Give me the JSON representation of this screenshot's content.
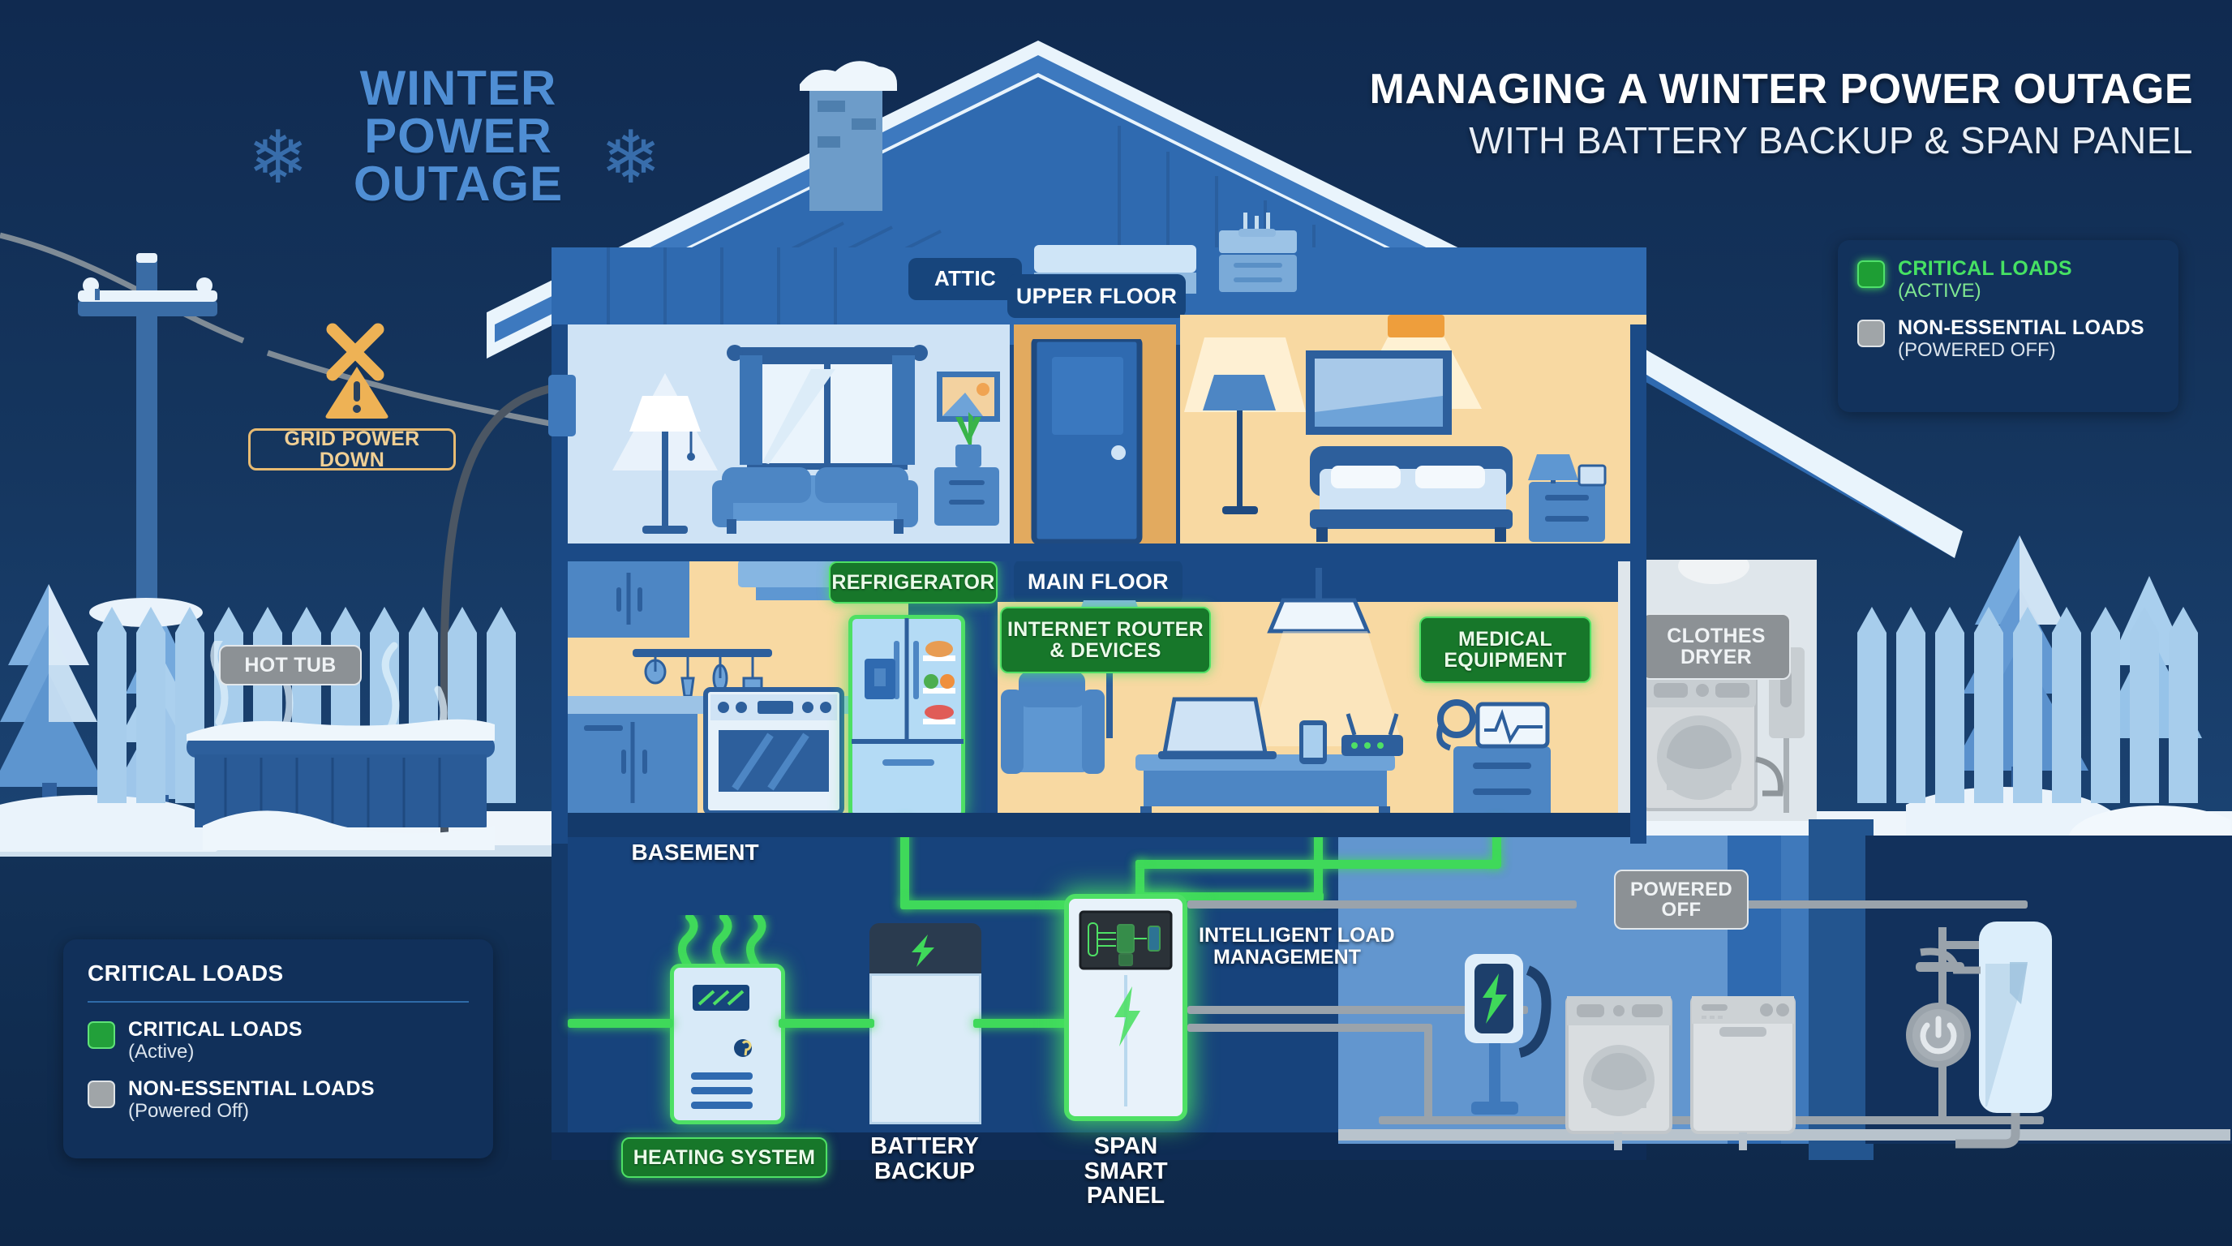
{
  "header": {
    "overlay_title_lines": [
      "WINTER",
      "POWER",
      "OUTAGE"
    ],
    "main_title": "MANAGING A WINTER POWER OUTAGE",
    "sub_title": "WITH BATTERY BACKUP & SPAN PANEL",
    "snowflake_icon": "snowflake-icon"
  },
  "legend_top_right": {
    "items": [
      {
        "swatch": "green",
        "label": "CRITICAL LOADS",
        "sub": "(ACTIVE)",
        "color": "#46e163"
      },
      {
        "swatch": "grey",
        "label": "NON-ESSENTIAL LOADS",
        "sub": "(POWERED OFF)",
        "color": "#ffffff"
      }
    ]
  },
  "legend_bottom_left": {
    "title": "CRITICAL LOADS",
    "items": [
      {
        "swatch": "green",
        "label": "CRITICAL LOADS",
        "sub": "(Active)",
        "color": "#22a03a"
      },
      {
        "swatch": "grey",
        "label": "NON-ESSENTIAL LOADS",
        "sub": "(Powered Off)",
        "color": "#a0a5a8"
      }
    ]
  },
  "grid": {
    "status_badge": "GRID POWER DOWN",
    "x_icon": "x-mark-icon",
    "warning_icon": "warning-triangle-icon",
    "utility_pole_icon": "utility-pole-icon"
  },
  "outdoor": {
    "hot_tub_label": "HOT TUB",
    "hot_tub_state": "non-essential"
  },
  "floors": [
    {
      "name": "ATTIC",
      "label": "ATTIC"
    },
    {
      "name": "UPPER FLOOR",
      "label": "UPPER FLOOR"
    },
    {
      "name": "MAIN FLOOR",
      "label": "MAIN FLOOR"
    },
    {
      "name": "BASEMENT",
      "label": "BASEMENT"
    }
  ],
  "critical_loads": [
    {
      "label": "REFRIGERATOR",
      "state": "active"
    },
    {
      "label": "INTERNET ROUTER\n& DEVICES",
      "line1": "INTERNET ROUTER",
      "line2": "& DEVICES",
      "state": "active"
    },
    {
      "label": "MEDICAL\nEQUIPMENT",
      "line1": "MEDICAL",
      "line2": "EQUIPMENT",
      "state": "active"
    },
    {
      "label": "HEATING SYSTEM",
      "state": "active"
    }
  ],
  "non_essential_loads": [
    {
      "line1": "CLOTHES",
      "line2": "DRYER",
      "state": "off"
    },
    {
      "line1": "POWERED",
      "line2": "OFF",
      "state": "off"
    },
    {
      "label": "HOT TUB",
      "state": "off"
    }
  ],
  "equipment": {
    "battery": {
      "line1": "BATTERY",
      "line2": "BACKUP",
      "icon": "lightning-bolt-icon"
    },
    "span_panel": {
      "line1": "SPAN",
      "line2": "SMART PANEL",
      "icon": "lightning-bolt-icon",
      "screen_icon": "load-diagram-icon"
    },
    "load_mgmt": {
      "line1": "INTELLIGENT LOAD",
      "line2": "MANAGEMENT"
    },
    "ev_charger_icon": "ev-charger-icon",
    "washer_icon": "washing-machine-icon",
    "dishwasher_icon": "dishwasher-icon",
    "water_heater_icon": "water-heater-icon",
    "power_off_icon": "power-off-icon",
    "furnace_icon": "furnace-icon",
    "heat_wave_icon": "heat-wave-icon"
  },
  "colors": {
    "background": "#13305a",
    "sky": "#15365f",
    "active_green": "#3fd95a",
    "active_green_dark": "#17772a",
    "off_grey": "#8c9195",
    "warning_amber": "#e8bb72",
    "house_wall_blue": "#2f6ab0",
    "lit_room": "#f7d9a0",
    "dark_room": "#cfe3f5",
    "snow": "#eef5fb",
    "navy_label": "#17457c"
  }
}
